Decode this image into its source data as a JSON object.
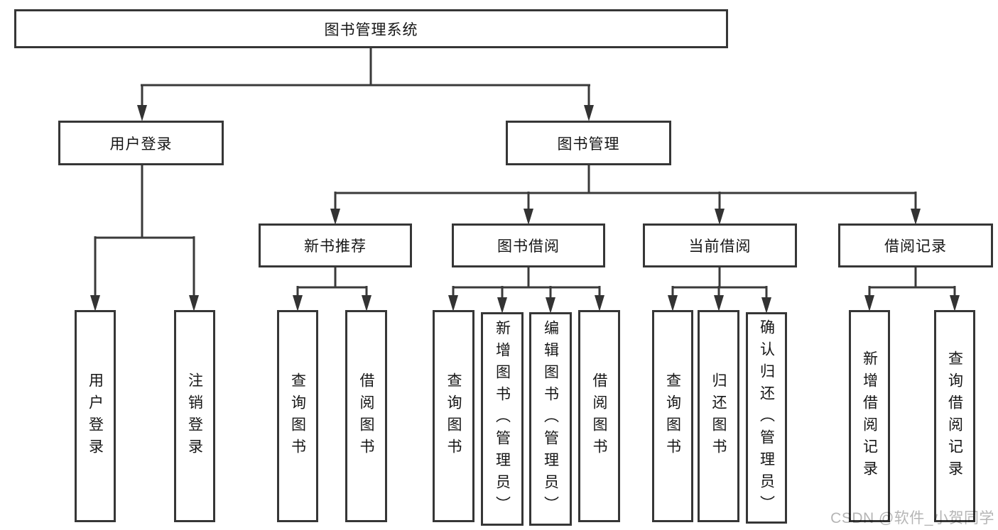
{
  "diagram_type": "hierarchy-tree",
  "tree": {
    "label": "图书管理系统",
    "children": [
      {
        "label": "用户登录",
        "children": [
          {
            "label": "用户登录"
          },
          {
            "label": "注销登录"
          }
        ]
      },
      {
        "label": "图书管理",
        "children": [
          {
            "label": "新书推荐",
            "children": [
              {
                "label": "查询图书"
              },
              {
                "label": "借阅图书"
              }
            ]
          },
          {
            "label": "图书借阅",
            "children": [
              {
                "label": "查询图书"
              },
              {
                "label": "新增图书（管理员）"
              },
              {
                "label": "编辑图书（管理员）"
              },
              {
                "label": "借阅图书"
              }
            ]
          },
          {
            "label": "当前借阅",
            "children": [
              {
                "label": "查询图书"
              },
              {
                "label": "归还图书"
              },
              {
                "label": "确认归还（管理员）"
              }
            ]
          },
          {
            "label": "借阅记录",
            "children": [
              {
                "label": "新增借阅记录"
              },
              {
                "label": "查询借阅记录"
              }
            ]
          }
        ]
      }
    ]
  },
  "watermark": {
    "text": "CSDN @软件_小贺同学"
  },
  "colors": {
    "line": "#3a3a3a",
    "arrow": "#333333",
    "box_border": "#363636",
    "text": "#161616",
    "watermark": "#b5b5b5",
    "background": "#ffffff"
  }
}
